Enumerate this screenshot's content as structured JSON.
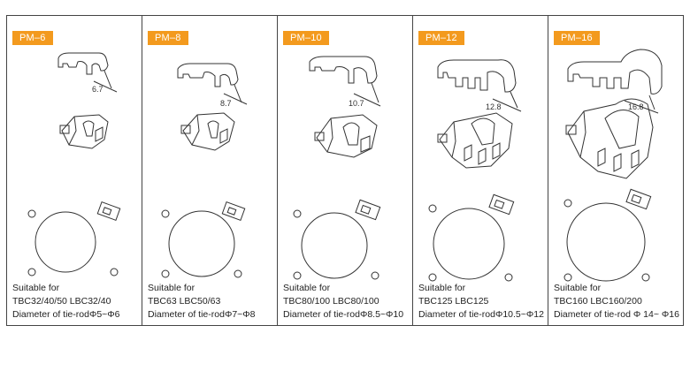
{
  "panels": [
    {
      "model": "PM–6",
      "dimension": "6.7",
      "line1": "Suitable for",
      "line2": "TBC32/40/50   LBC32/40",
      "line3": "Diameter of tie-rodΦ5~Φ6"
    },
    {
      "model": "PM–8",
      "dimension": "8.7",
      "line1": "Suitable for",
      "line2": "TBC63   LBC50/63",
      "line3": "Diameter of tie-rodΦ7~Φ8"
    },
    {
      "model": "PM–10",
      "dimension": "10.7",
      "line1": "Suitable for",
      "line2": "TBC80/100   LBC80/100",
      "line3": "Diameter of tie-rodΦ8.5~Φ10"
    },
    {
      "model": "PM–12",
      "dimension": "12.8",
      "line1": "Suitable for",
      "line2": "TBC125   LBC125",
      "line3": "Diameter of tie-rodΦ10.5~Φ12"
    },
    {
      "model": "PM–16",
      "dimension": "16.8",
      "line1": "Suitable for",
      "line2": "TBC160   LBC160/200",
      "line3": "Diameter of tie-rod Φ 14~ Φ16"
    }
  ]
}
